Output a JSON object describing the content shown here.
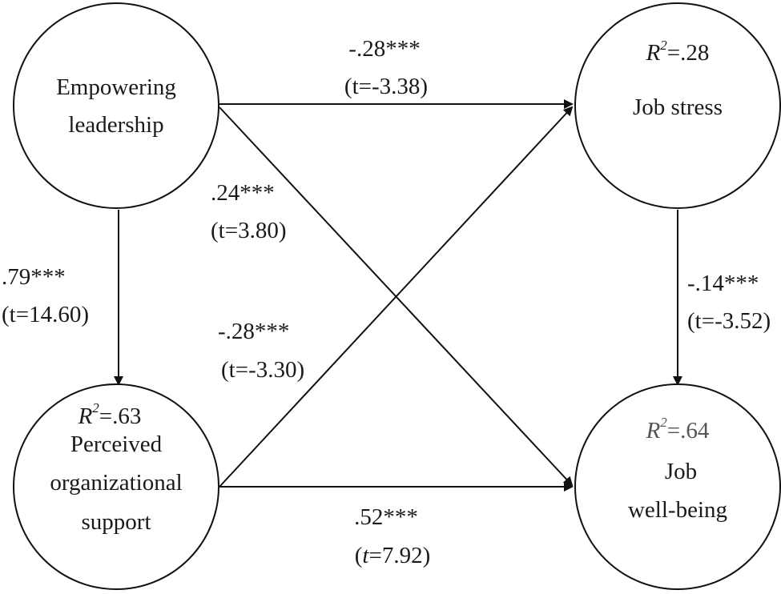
{
  "nodes": {
    "empowering_leadership": {
      "lines": [
        "Empowering",
        "leadership"
      ]
    },
    "job_stress": {
      "r2_prefix": "R",
      "r2_sup": "2",
      "r2_value": "=.28",
      "lines": [
        "Job stress"
      ]
    },
    "perceived_org_support": {
      "r2_prefix": "R",
      "r2_sup": "2",
      "r2_value": "=.63",
      "lines": [
        "Perceived",
        "organizational",
        "support"
      ]
    },
    "job_wellbeing": {
      "r2_prefix": "R",
      "r2_sup": "2",
      "r2_value": "=.64",
      "lines": [
        "Job",
        "well-being"
      ]
    }
  },
  "paths": {
    "el_to_js": {
      "coef": "-.28***",
      "t": "(t=-3.38)"
    },
    "el_to_wb": {
      "coef": ".24***",
      "t": "(t=3.80)"
    },
    "el_to_pos": {
      "coef": ".79***",
      "t": "(t=14.60)"
    },
    "pos_to_js": {
      "coef": "-.28***",
      "t": "(t=-3.30)"
    },
    "js_to_wb": {
      "coef": "-.14***",
      "t": "(t=-3.52)"
    },
    "pos_to_wb": {
      "coef": ".52***",
      "t_open": "(",
      "t_italic": "t",
      "t_rest": "=7.92)"
    }
  },
  "colors": {
    "stroke": "#111111",
    "text": "#1a1a1a",
    "r2_grey": "#555555"
  }
}
